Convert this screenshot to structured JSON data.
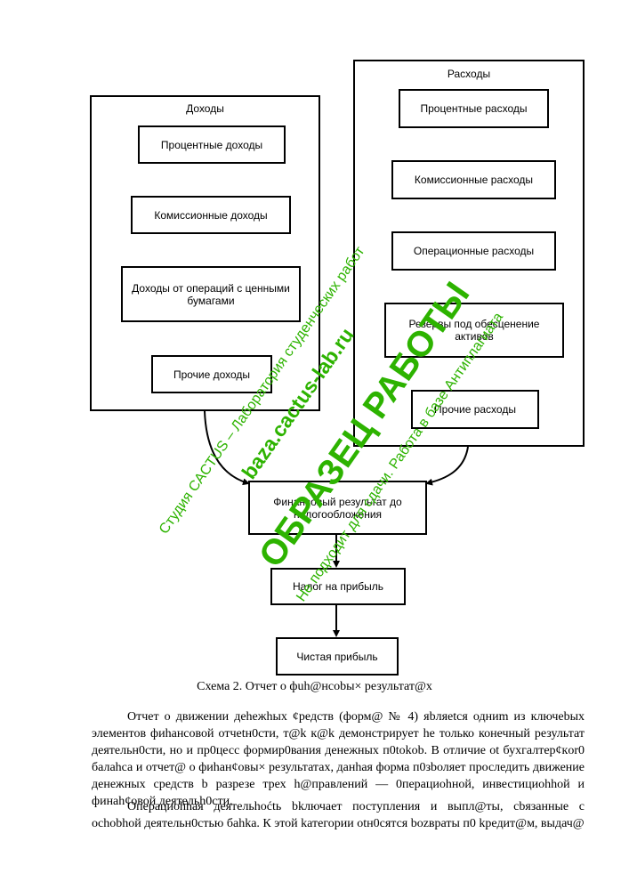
{
  "income": {
    "title": "Доходы",
    "items": [
      "Процентные доходы",
      "Комиссионные доходы",
      "Доходы от операций с ценными бумагами",
      "Прочие доходы"
    ]
  },
  "expenses": {
    "title": "Расходы",
    "items": [
      "Процентные расходы",
      "Комиссионные расходы",
      "Операционные расходы",
      "Резервы под обесценение активов",
      "Прочие расходы"
    ]
  },
  "flow": {
    "pretax": "Финансовый результат до налогообложения",
    "tax": "Налог на прибыль",
    "net": "Чистая прибыль"
  },
  "caption": "Схема 2. Отчет о фuh@нcobы× результат@х",
  "paragraphs": [
    "Отчет о движении деheжhых ¢редств (форм@ № 4) яbляetся одниm из ключеbых элементов фиhансовой отчetн0сти, т@k к@k демонстрирует he только конечный результат деятельн0сти, но и пр0цесс формир0вания денежных п0tokob. В отличие ot бухгалтер¢кor0 балаhса и отчет@ о фиhан¢овы× результатах, данhая форма п0зbоляет проследить движение денежных средств b разрезе трех h@правлений — 0перациоhной, инвестициоhhой и финah¢овой деятельh0сти.",
    "Операциоhhая деятельhoćtь bkлючает поступления и выпл@ты, cbязанные с ochobhой деятельн0стью бahka. К этой kатегории otн0сятся bozвраты п0 kредит@м, выдач@"
  ],
  "watermark": {
    "line1": "Студия CACTUS – Лаборатория студенческих работ",
    "line2": "baza.cactus-lab.ru",
    "line3": "ОБРАЗЕЦ РАБОТЫ",
    "line4": "Не подходит для сдачи. Работа в базе Антиплагиата",
    "color": "#2db300"
  }
}
